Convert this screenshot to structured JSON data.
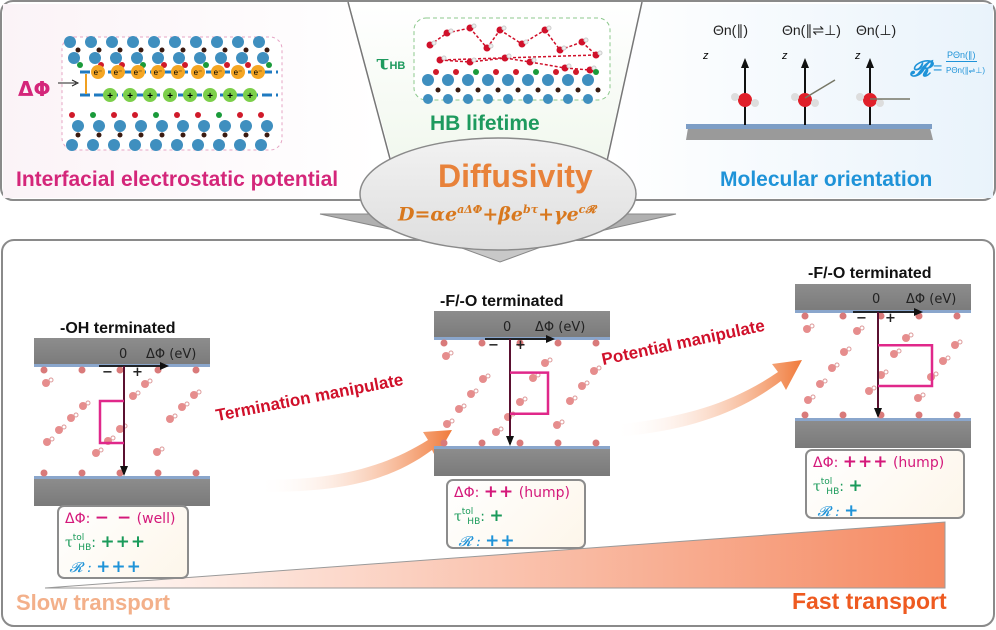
{
  "top_panels": {
    "left": {
      "caption": "Interfacial electrostatic potential",
      "symbol": "ΔΦ",
      "electron_label": "e⁻",
      "cation_label": "+",
      "color": "#d4267a"
    },
    "middle": {
      "caption": "HB lifetime",
      "symbol": "τ",
      "symbol_sub": "HB",
      "color": "#1e9a5e"
    },
    "right": {
      "caption": "Molecular orientation",
      "orientations": [
        "Θn(∥)",
        "Θn(∥⇌⊥)",
        "Θn(⊥)"
      ],
      "axis_label": "z",
      "ratio_symbol": "𝓡",
      "ratio_numerator": "PΘn(∥)",
      "ratio_denominator": "PΘn(∥⇌⊥)",
      "color": "#1f93d8"
    }
  },
  "center": {
    "title": "Diffusivity",
    "equation": {
      "lhs": "D",
      "terms": [
        {
          "coef": "α",
          "exp": "aΔΦ"
        },
        {
          "coef": "β",
          "exp": "bτ"
        },
        {
          "coef": "γ",
          "exp": "c𝓡"
        }
      ]
    },
    "color": "#e8823a"
  },
  "bottom": {
    "arrows": [
      "Termination manipulate",
      "Potential manipulate"
    ],
    "axis": {
      "zero": "0",
      "label": "ΔΦ (eV)",
      "minus": "−",
      "plus": "+"
    },
    "panels": [
      {
        "title": "-OH terminated",
        "profile": "well",
        "rows": [
          {
            "sym": "ΔΦ:",
            "value": "− −",
            "note": "(well)"
          },
          {
            "sym": "τ",
            "sup": "tol",
            "sub": "HB",
            "value": "+++"
          },
          {
            "sym": "𝓡 :",
            "value": "+++"
          }
        ]
      },
      {
        "title": "-F/-O terminated",
        "profile": "hump",
        "rows": [
          {
            "sym": "ΔΦ:",
            "value": "++",
            "note": "(hump)"
          },
          {
            "sym": "τ",
            "sup": "tol",
            "sub": "HB",
            "value": "+"
          },
          {
            "sym": "𝓡 :",
            "value": "++"
          }
        ]
      },
      {
        "title": "-F/-O terminated",
        "profile": "hump",
        "rows": [
          {
            "sym": "ΔΦ:",
            "value": "+++",
            "note": "(hump)"
          },
          {
            "sym": "τ",
            "sup": "tol",
            "sub": "HB",
            "value": "+"
          },
          {
            "sym": "𝓡 :",
            "value": "+"
          }
        ]
      }
    ],
    "transport": {
      "slow": "Slow transport",
      "fast": "Fast transport"
    },
    "colors": {
      "arrow_text": "#d0102a",
      "arrow": "#f07a3a",
      "slow": "#f3b08a",
      "fast": "#ee5a20"
    }
  }
}
